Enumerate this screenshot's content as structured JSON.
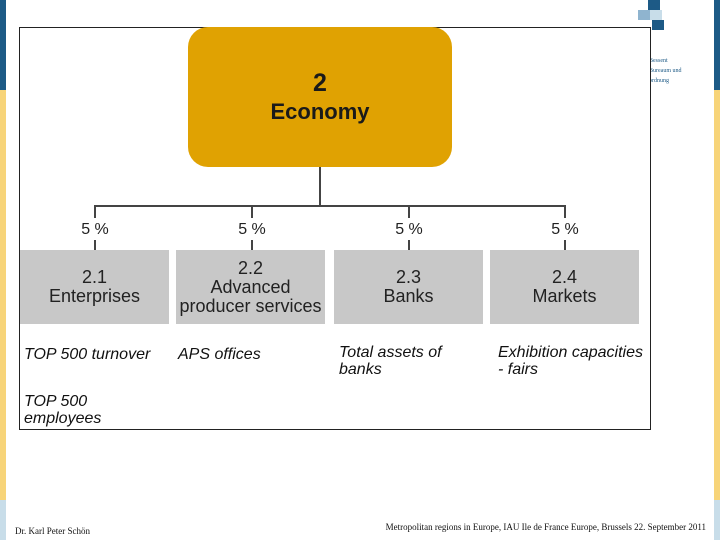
{
  "diagram": {
    "top": {
      "number": "2",
      "title": "Economy"
    },
    "branches": [
      {
        "weight": "5 %",
        "number": "2.1",
        "label_lines": [
          "Enterprises"
        ],
        "indicators": [
          [
            "TOP 500 turnover"
          ],
          [
            "TOP 500",
            "employees"
          ]
        ]
      },
      {
        "weight": "5 %",
        "number": "2.2",
        "label_lines": [
          "Advanced",
          "producer services"
        ],
        "indicators": [
          [
            "APS offices"
          ]
        ]
      },
      {
        "weight": "5 %",
        "number": "2.3",
        "label_lines": [
          "Banks"
        ],
        "indicators": [
          [
            "Total assets of",
            "banks"
          ]
        ]
      },
      {
        "weight": "5 %",
        "number": "2.4",
        "label_lines": [
          "Markets"
        ],
        "indicators": [
          [
            "Exhibition capacities",
            "- fairs"
          ]
        ]
      }
    ]
  },
  "side_text": [
    "Bessent",
    "Bureaum und",
    "ordnung"
  ],
  "footer": {
    "author": "Dr. Karl Peter Schön",
    "event": "Metropolitan regions in Europe, IAU Ile de France Europe, Brussels 22. September 2011"
  },
  "colors": {
    "economy_box": "#e0a202",
    "sub_box": "#c8c8c8",
    "edge_blue": "#1d5a86",
    "edge_yellow": "#f7d479"
  }
}
